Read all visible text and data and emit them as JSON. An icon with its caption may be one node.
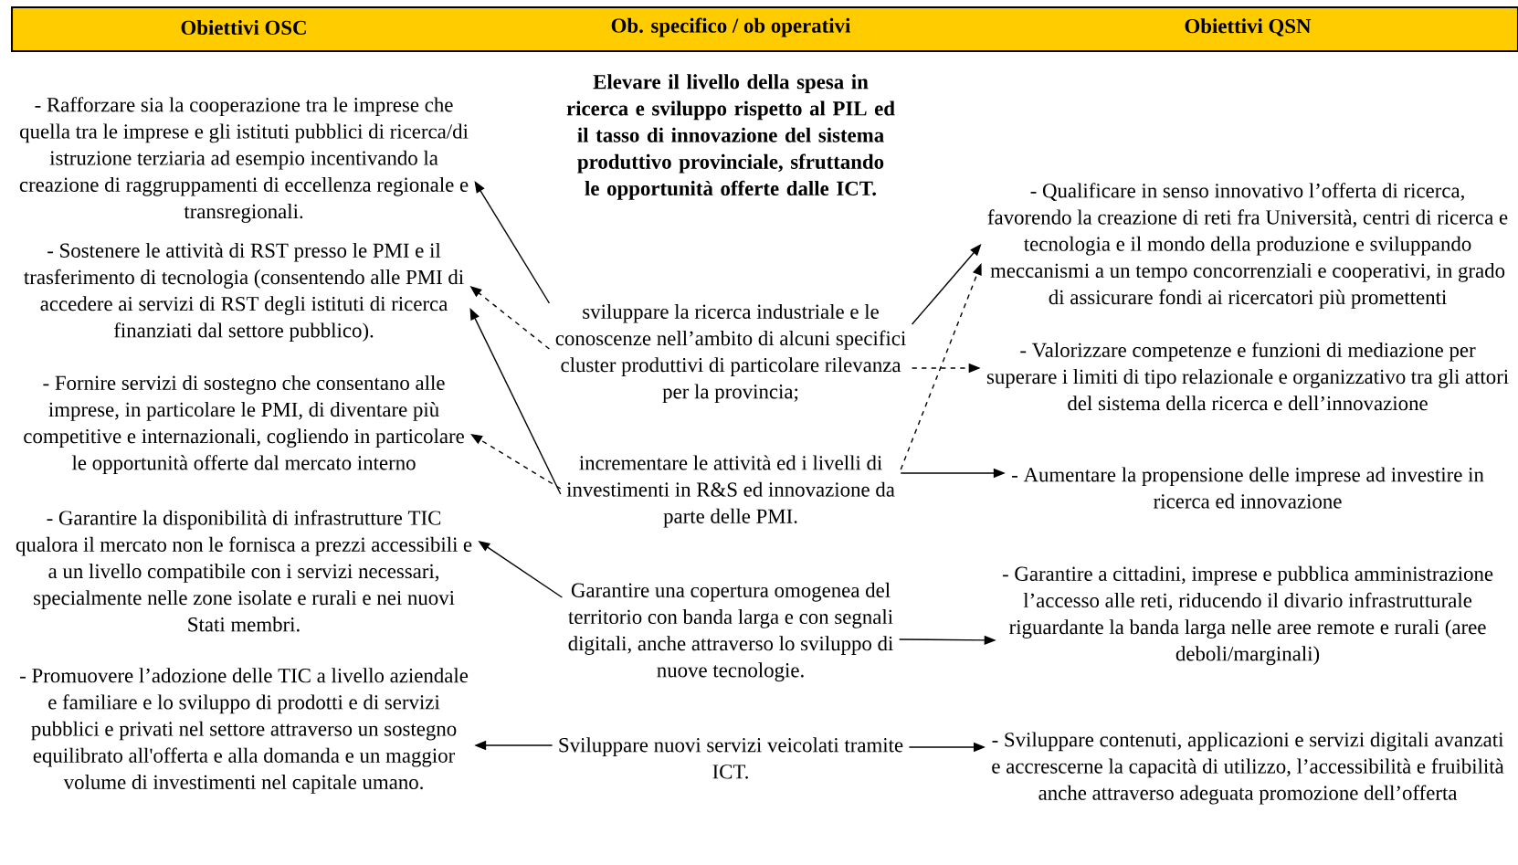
{
  "diagram": {
    "nodes": [
      {
        "text": [
          "- Rafforzare sia la cooperazione tra le imprese che quella tra le imprese e gli istituti pubblici di ricerca/di istruzione terziaria ad esempio incentivando la creazione di raggruppamenti di eccellenza regionale e transregionali."
        ]
      },
      {
        "text": [
          "- Sostenere le attività di RST presso le PMI e il trasferimento di tecnologia (consentendo alle PMI di accedere ai servizi di RST degli istituti di ricerca finanziati dal settore pubblico)."
        ]
      },
      {
        "text": [
          "- Fornire servizi di sostegno che consentano alle imprese, in particolare le PMI, di diventare più competitive e internazionali, cogliendo in particolare le opportunità offerte dal mercato interno"
        ]
      },
      {
        "text": [
          "- Garantire la disponibilità di infrastrutture TIC qualora il mercato non le fornisca a prezzi accessibili e a un livello compatibile con i servizi necessari, specialmente nelle zone isolate e rurali e nei nuovi Stati membri."
        ]
      },
      {
        "text": [
          "- Promuovere l’adozione delle TIC a livello aziendale e familiare e lo sviluppo di prodotti e di servizi pubblici e privati nel settore attraverso un sostegno equilibrato all'offerta e alla domanda e un maggior volume di investimenti nel capitale umano."
        ]
      },
      {
        "text": [
          "sviluppare la ricerca industriale e le conoscenze nell’ambito di alcuni specifici cluster produttivi di particolare rilevanza per la provincia;"
        ]
      },
      {
        "text": [
          "incrementare le attività ed i livelli di investimenti in R&S ed innovazione da parte delle PMI."
        ]
      },
      {
        "text": [
          "Garantire una copertura omogenea del territorio con banda larga e con segnali digitali, anche attraverso lo sviluppo di nuove tecnologie."
        ]
      },
      {
        "text": [
          "Sviluppare nuovi servizi veicolati tramite ICT."
        ]
      },
      {
        "text": [
          "- Qualificare in senso innovativo l’offerta di ricerca, favorendo la creazione di reti fra Università, centri di ricerca e tecnologia e il mondo della produzione e sviluppando meccanismi a un tempo concorrenziali e cooperativi, in grado di assicurare fondi ai ricercatori più promettenti"
        ]
      },
      {
        "text": [
          "- Valorizzare competenze e funzioni di mediazione per superare i limiti di tipo relazionale e organizzativo tra gli attori del sistema della ricerca e dell’innovazione"
        ]
      },
      {
        "text": [
          "- Aumentare la propensione delle imprese ad investire in ricerca ed innovazione"
        ]
      },
      {
        "text": [
          "- Garantire a cittadini, imprese e pubblica amministrazione l’accesso alle reti, riducendo il divario infrastrutturale riguardante la banda larga nelle aree remote e rurali (aree deboli/marginali)"
        ]
      },
      {
        "text": [
          "- Sviluppare contenuti, applicazioni e servizi digitali avanzati e accrescerne la capacità di utilizzo, l’accessibilità e fruibilità anche attraverso adeguata promozione dell’offerta"
        ]
      }
    ],
    "edges": [
      {
        "from": 5,
        "to": 0,
        "arrow": "to"
      },
      {
        "from": 5,
        "to": 1,
        "arrow": "to",
        "style": "dashed"
      },
      {
        "from": 6,
        "to": 1,
        "arrow": "to"
      },
      {
        "from": 6,
        "to": 2,
        "arrow": "to",
        "style": "dashed"
      },
      {
        "from": 7,
        "to": 3,
        "arrow": "to"
      },
      {
        "from": 8,
        "to": 4,
        "arrow": "to"
      },
      {
        "from": 5,
        "to": 9,
        "arrow": "to"
      },
      {
        "from": 5,
        "to": 10,
        "arrow": "to",
        "style": "dashed"
      },
      {
        "from": 6,
        "to": 9,
        "arrow": "to",
        "style": "dashed"
      },
      {
        "from": 6,
        "to": 11,
        "arrow": "to"
      },
      {
        "from": 7,
        "to": 12,
        "arrow": "to"
      },
      {
        "from": 8,
        "to": 13,
        "arrow": "to"
      }
    ],
    "labels": [
      "Obiettivi OSC",
      "Ob. specifico / ob operativi",
      "Obiettivi QSN",
      "Elevare il livello della spesa in ricerca e sviluppo rispetto al PIL ed il tasso di innovazione del sistema produttivo provinciale, sfruttando le opportunità offerte dalle ICT."
    ]
  }
}
